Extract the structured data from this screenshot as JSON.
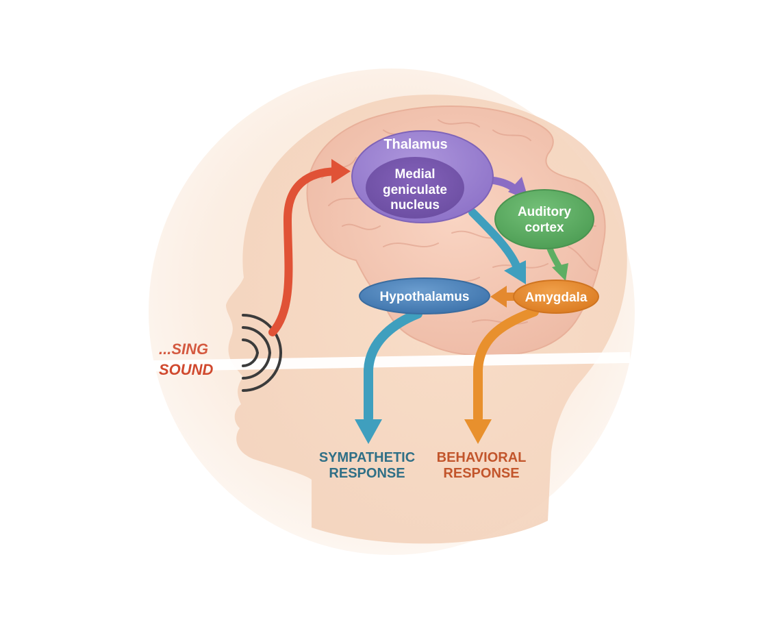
{
  "nodes": {
    "thalamus": {
      "label": "Thalamus",
      "color": "#9b82cf"
    },
    "mgn": {
      "lines": [
        "Medial",
        "geniculate",
        "nucleus"
      ],
      "color": "#7a5cb0"
    },
    "auditory_cortex": {
      "lines": [
        "Auditory",
        "cortex"
      ],
      "color": "#5eae63"
    },
    "hypothalamus": {
      "label": "Hypothalamus",
      "color": "#4f86bd"
    },
    "amygdala": {
      "label": "Amygdala",
      "color": "#e4892f"
    }
  },
  "input": {
    "lines": [
      "...SING",
      "SOUND"
    ],
    "color": "#d0492e"
  },
  "outputs": {
    "sympathetic": {
      "lines": [
        "SYMPATHETIC",
        "RESPONSE"
      ],
      "color": "#2f6f86"
    },
    "behavioral": {
      "lines": [
        "BEHAVIORAL",
        "RESPONSE"
      ],
      "color": "#c2552b"
    }
  },
  "arrow_colors": {
    "sound_to_thalamus": "#e05236",
    "thalamus_to_cortex": "#8a6cc4",
    "thalamus_to_amygdala": "#3f9fbe",
    "cortex_to_amygdala": "#5eae63",
    "amygdala_to_hypothalamus": "#e4892f",
    "hypothalamus_to_sympathetic": "#3f9fbe",
    "amygdala_to_behavioral": "#e8902d"
  },
  "icons": {
    "sound_waves": "sound-waves-icon"
  }
}
